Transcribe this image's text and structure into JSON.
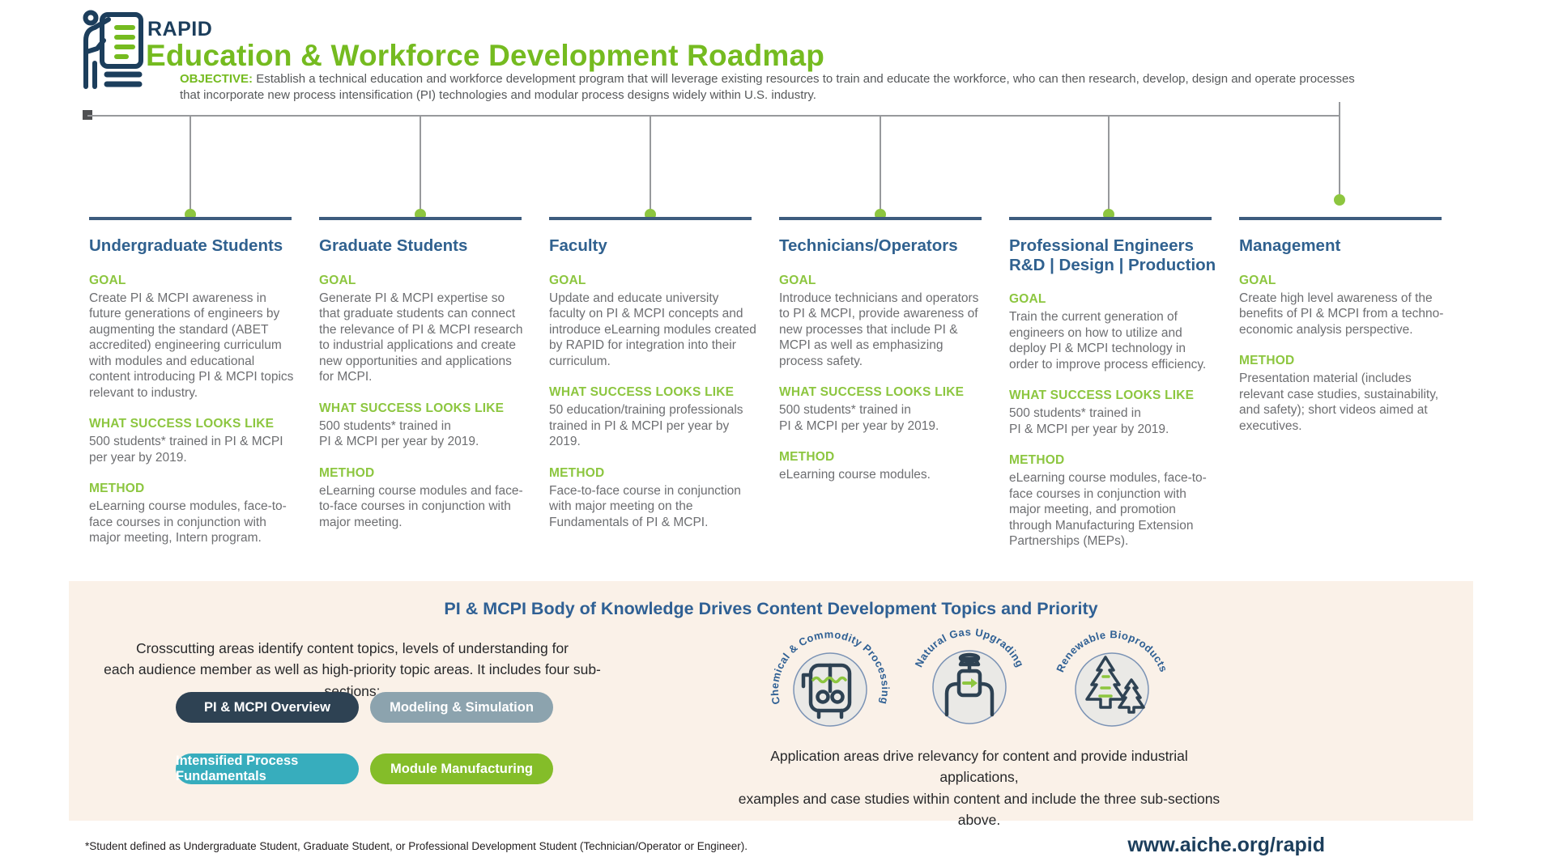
{
  "header": {
    "brand": "RAPID",
    "title": "Education & Workforce Development Roadmap",
    "objective_label": "OBJECTIVE:",
    "objective_text": "Establish a technical education and workforce development program that will leverage existing resources to train and educate the workforce, who can then research, develop, design and operate processes\nthat incorporate new process intensification (PI) technologies and modular process designs widely within U.S. industry."
  },
  "columns": [
    {
      "title": "Undergraduate Students",
      "sections": [
        {
          "label": "GOAL",
          "text": "Create PI & MCPI awareness in future generations of engineers by augmenting the standard (ABET accredited) engineering curriculum with modules and educational content introducing PI & MCPI topics relevant to industry."
        },
        {
          "label": "WHAT SUCCESS LOOKS LIKE",
          "text": "500 students* trained in PI & MCPI per year by 2019."
        },
        {
          "label": "METHOD",
          "text": "eLearning course modules, face-to-face courses in conjunction with major meeting, Intern program."
        }
      ]
    },
    {
      "title": "Graduate Students",
      "sections": [
        {
          "label": "GOAL",
          "text": "Generate PI & MCPI expertise so that graduate students can connect the relevance of PI & MCPI research to industrial applications and create new opportunities and applications for MCPI."
        },
        {
          "label": "WHAT SUCCESS LOOKS LIKE",
          "text": "500 students* trained in\nPI & MCPI per year by 2019."
        },
        {
          "label": "METHOD",
          "text": "eLearning course modules and face-to-face courses in conjunction with major meeting."
        }
      ]
    },
    {
      "title": "Faculty",
      "sections": [
        {
          "label": "GOAL",
          "text": "Update and educate university faculty on PI & MCPI concepts and introduce eLearning modules created by RAPID for integration into their curriculum."
        },
        {
          "label": "WHAT SUCCESS LOOKS LIKE",
          "text": "50 education/training professionals trained in PI & MCPI per year by 2019."
        },
        {
          "label": "METHOD",
          "text": "Face-to-face course in conjunction with major meeting on the Fundamentals of PI & MCPI."
        }
      ]
    },
    {
      "title": "Technicians/Operators",
      "sections": [
        {
          "label": "GOAL",
          "text": "Introduce technicians and operators to PI & MCPI, provide awareness of new processes that include PI & MCPI as well as emphasizing process safety."
        },
        {
          "label": "WHAT SUCCESS LOOKS LIKE",
          "text": "500 students* trained in\nPI & MCPI per year by 2019."
        },
        {
          "label": "METHOD",
          "text": "eLearning course modules."
        }
      ]
    },
    {
      "title": "Professional Engineers",
      "title2": "R&D | Design | Production",
      "sections": [
        {
          "label": "GOAL",
          "text": "Train the current generation of engineers on how to utilize and deploy PI & MCPI technology in order to improve process efficiency."
        },
        {
          "label": "WHAT SUCCESS LOOKS LIKE",
          "text": "500 students* trained in\nPI & MCPI per year by 2019."
        },
        {
          "label": "METHOD",
          "text": "eLearning course modules, face-to-face courses in conjunction with major meeting, and promotion through Manufacturing Extension Partnerships (MEPs)."
        }
      ]
    },
    {
      "title": "Management",
      "sections": [
        {
          "label": "GOAL",
          "text": "Create high level awareness of the benefits of PI & MCPI from a techno-economic analysis perspective."
        },
        {
          "label": "METHOD",
          "text": "Presentation material (includes relevant case studies, sustainability, and safety); short videos aimed at executives."
        }
      ]
    }
  ],
  "knowledge_panel": {
    "title": "PI & MCPI Body of Knowledge Drives Content Development Topics and Priority",
    "crosscutting_text": "Crosscutting areas identify content topics, levels of understanding for\neach audience member as well as high-priority topic areas. It includes four sub-sections:",
    "pills": [
      {
        "label": "PI & MCPI Overview",
        "color": "#2e4253"
      },
      {
        "label": "Modeling & Simulation",
        "color": "#8ca3ae"
      },
      {
        "label": "Intensified Process Fundamentals",
        "color": "#37adbd"
      },
      {
        "label": "Module Manufacturing",
        "color": "#84bd29"
      }
    ],
    "application_areas": [
      {
        "label": "Chemical & Commodity Processing",
        "icon": "reactor-tank-icon"
      },
      {
        "label": "Natural Gas Upgrading",
        "icon": "gas-valve-icon"
      },
      {
        "label": "Renewable Bioproducts",
        "icon": "pine-trees-icon"
      }
    ],
    "application_text": "Application areas drive relevancy for content and provide industrial applications,\nexamples and case studies within content and include the three sub-sections above."
  },
  "footer": {
    "note": "*Student defined as Undergraduate Student, Graduate Student, or Professional Development Student (Technician/Operator or Engineer).",
    "url": "www.aiche.org/rapid"
  },
  "colors": {
    "navy_dark": "#1c3e5c",
    "heading_blue": "#30618f",
    "brand_green": "#75bb20",
    "label_green": "#8cc63f",
    "body_gray": "#6d6e71",
    "rule_navy": "#3d5c7e",
    "panel_beige": "#faf1e8"
  }
}
